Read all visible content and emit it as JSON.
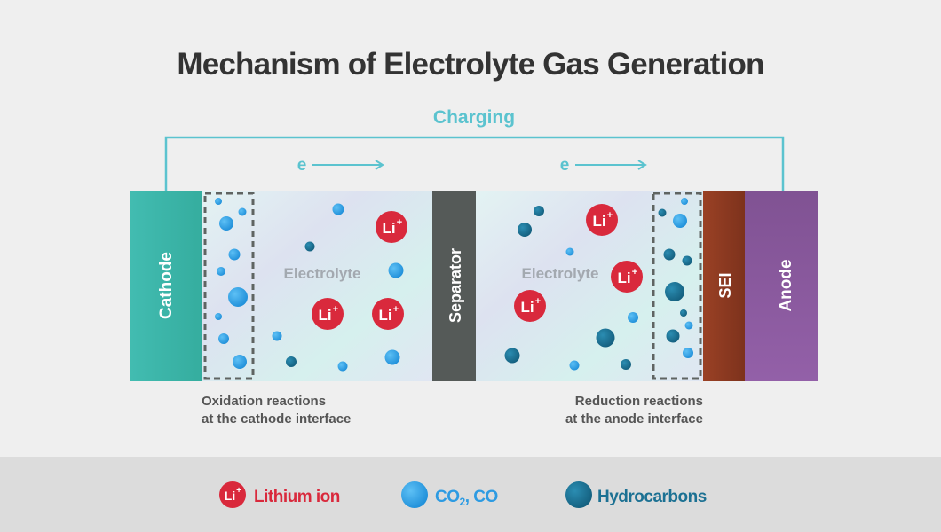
{
  "title": "Mechanism of Electrolyte Gas Generation",
  "charging_label": "Charging",
  "electron_label": "e",
  "layers": {
    "cathode": "Cathode",
    "separator": "Separator",
    "sei": "SEI",
    "anode": "Anode",
    "electrolyte_left": "Electrolyte",
    "electrolyte_right": "Electrolyte"
  },
  "ion_label": "Li",
  "ion_charge": "+",
  "captions": {
    "left_line1": "Oxidation reactions",
    "left_line2": "at the cathode interface",
    "right_line1": "Reduction reactions",
    "right_line2": "at the anode interface"
  },
  "legend": {
    "lithium": "Lithium ion",
    "gas_co2": "CO",
    "gas_sub": "2",
    "gas_rest": ", CO",
    "hydrocarbons": "Hydrocarbons"
  },
  "colors": {
    "title": "#333333",
    "accent": "#5bc3cf",
    "cathode": "#3db8ad",
    "separator": "#555a58",
    "sei": "#8b3a22",
    "anode": "#8a5a9c",
    "lithium": "#d9293c",
    "gas": "#2d9be2",
    "hydrocarbon": "#1c7193",
    "caption": "#555555"
  }
}
